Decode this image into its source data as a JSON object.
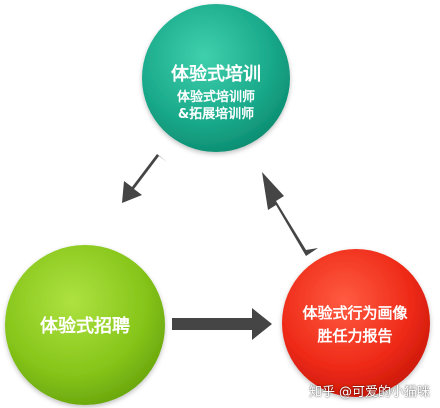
{
  "nodes": {
    "top": {
      "title": "体验式培训",
      "lines": [
        "体验式培训师",
        "&拓展培训师"
      ],
      "color": "#19a98a"
    },
    "left": {
      "title": "体验式招聘",
      "color": "#86c51a"
    },
    "right": {
      "lines": [
        "体验式行为画像",
        "胜任力报告"
      ],
      "color": "#ee2a17"
    }
  },
  "arrow_color": "#454545",
  "watermark": {
    "platform": "知乎",
    "author": "@可爱的小猫咪"
  }
}
